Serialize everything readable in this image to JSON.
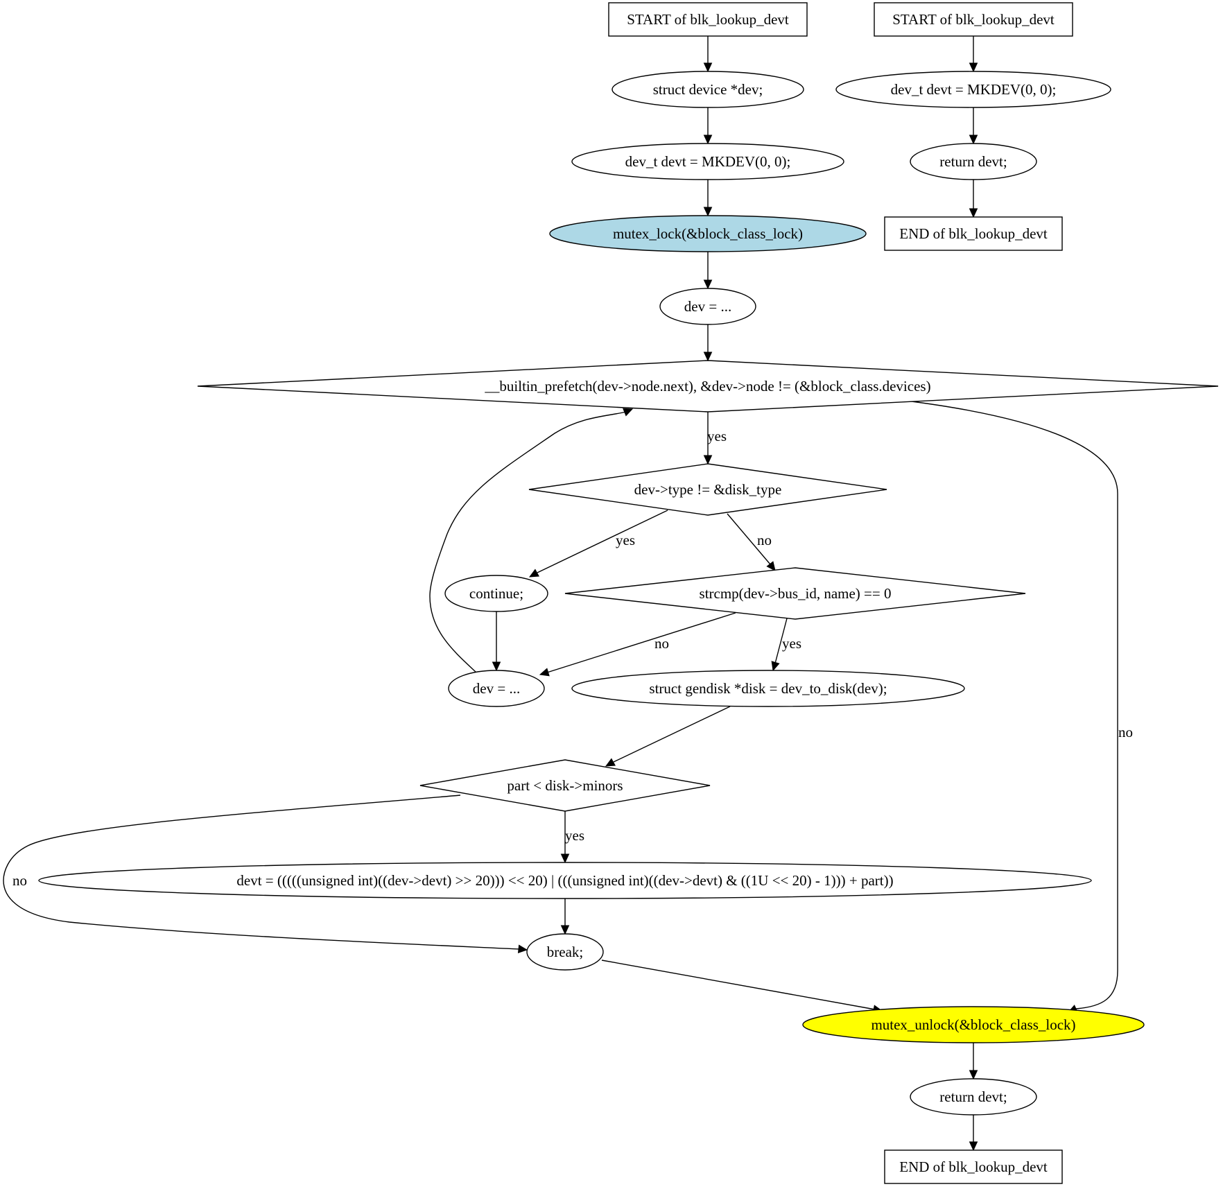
{
  "diagram": {
    "colors": {
      "lock": "#add8e6",
      "unlock": "#ffff00",
      "default_fill": "#ffffff",
      "stroke": "#000000"
    },
    "nodes": [
      {
        "id": "start1",
        "shape": "box",
        "label": "START of blk_lookup_devt"
      },
      {
        "id": "decl_dev",
        "shape": "ellipse",
        "label": "struct device *dev;"
      },
      {
        "id": "decl_devt",
        "shape": "ellipse",
        "label": "dev_t devt = MKDEV(0, 0);"
      },
      {
        "id": "lock",
        "shape": "ellipse",
        "label": "mutex_lock(&block_class_lock)",
        "fill": "lock"
      },
      {
        "id": "dev_init",
        "shape": "ellipse",
        "label": "dev = ..."
      },
      {
        "id": "loop_cond",
        "shape": "diamond",
        "label": "__builtin_prefetch(dev->node.next), &dev->node != (&block_class.devices)"
      },
      {
        "id": "type_check",
        "shape": "diamond",
        "label": "dev->type != &disk_type"
      },
      {
        "id": "continue",
        "shape": "ellipse",
        "label": "continue;"
      },
      {
        "id": "strcmp",
        "shape": "diamond",
        "label": "strcmp(dev->bus_id, name) == 0"
      },
      {
        "id": "dev_next",
        "shape": "ellipse",
        "label": "dev = ..."
      },
      {
        "id": "gendisk",
        "shape": "ellipse",
        "label": "struct gendisk *disk = dev_to_disk(dev);"
      },
      {
        "id": "part_check",
        "shape": "diamond",
        "label": "part < disk->minors"
      },
      {
        "id": "devt_assign",
        "shape": "ellipse",
        "label": "devt = (((((unsigned int)((dev->devt) >> 20))) << 20) | (((unsigned int)((dev->devt) & ((1U << 20) - 1))) + part))"
      },
      {
        "id": "break",
        "shape": "ellipse",
        "label": "break;"
      },
      {
        "id": "unlock",
        "shape": "ellipse",
        "label": "mutex_unlock(&block_class_lock)",
        "fill": "unlock"
      },
      {
        "id": "return1",
        "shape": "ellipse",
        "label": "return devt;"
      },
      {
        "id": "end1",
        "shape": "box",
        "label": "END of blk_lookup_devt"
      },
      {
        "id": "start2",
        "shape": "box",
        "label": "START of blk_lookup_devt"
      },
      {
        "id": "decl_devt2",
        "shape": "ellipse",
        "label": "dev_t devt = MKDEV(0, 0);"
      },
      {
        "id": "return2",
        "shape": "ellipse",
        "label": "return devt;"
      },
      {
        "id": "end2",
        "shape": "box",
        "label": "END of blk_lookup_devt"
      }
    ],
    "edges": [
      {
        "id": "e1",
        "from": "start1",
        "to": "decl_dev",
        "label": ""
      },
      {
        "id": "e2",
        "from": "decl_dev",
        "to": "decl_devt",
        "label": ""
      },
      {
        "id": "e3",
        "from": "decl_devt",
        "to": "lock",
        "label": ""
      },
      {
        "id": "e4",
        "from": "lock",
        "to": "dev_init",
        "label": ""
      },
      {
        "id": "e5",
        "from": "dev_init",
        "to": "loop_cond",
        "label": ""
      },
      {
        "id": "e6",
        "from": "loop_cond",
        "to": "type_check",
        "label": "yes"
      },
      {
        "id": "e7",
        "from": "loop_cond",
        "to": "unlock",
        "label": "no"
      },
      {
        "id": "e8",
        "from": "type_check",
        "to": "continue",
        "label": "yes"
      },
      {
        "id": "e9",
        "from": "type_check",
        "to": "strcmp",
        "label": "no"
      },
      {
        "id": "e10",
        "from": "continue",
        "to": "dev_next",
        "label": ""
      },
      {
        "id": "e11",
        "from": "strcmp",
        "to": "dev_next",
        "label": "no"
      },
      {
        "id": "e12",
        "from": "strcmp",
        "to": "gendisk",
        "label": "yes"
      },
      {
        "id": "e13",
        "from": "dev_next",
        "to": "loop_cond",
        "label": ""
      },
      {
        "id": "e14",
        "from": "gendisk",
        "to": "part_check",
        "label": ""
      },
      {
        "id": "e15",
        "from": "part_check",
        "to": "devt_assign",
        "label": "yes"
      },
      {
        "id": "e16",
        "from": "part_check",
        "to": "break",
        "label": "no"
      },
      {
        "id": "e17",
        "from": "devt_assign",
        "to": "break",
        "label": ""
      },
      {
        "id": "e18",
        "from": "break",
        "to": "unlock",
        "label": ""
      },
      {
        "id": "e19",
        "from": "unlock",
        "to": "return1",
        "label": ""
      },
      {
        "id": "e20",
        "from": "return1",
        "to": "end1",
        "label": ""
      },
      {
        "id": "e21",
        "from": "start2",
        "to": "decl_devt2",
        "label": ""
      },
      {
        "id": "e22",
        "from": "decl_devt2",
        "to": "return2",
        "label": ""
      },
      {
        "id": "e23",
        "from": "return2",
        "to": "end2",
        "label": ""
      }
    ]
  }
}
